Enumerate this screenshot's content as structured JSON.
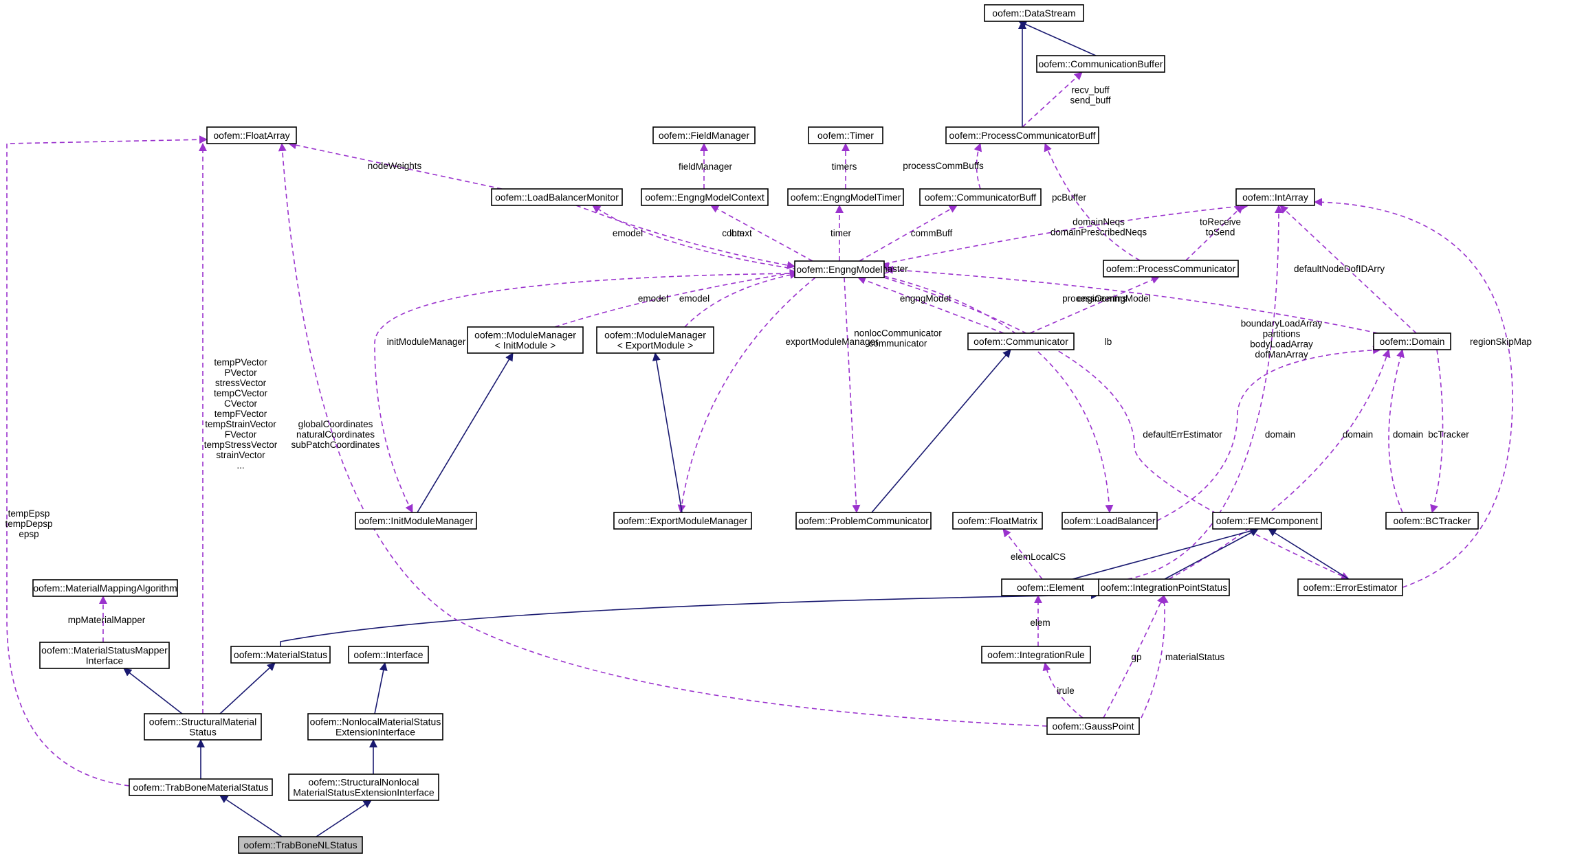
{
  "colors": {
    "inheritance": "#191970",
    "usage": "#9a32cd",
    "highlight_fill": "#bfbfbf",
    "node_fill": "#ffffff",
    "node_border": "#000000"
  },
  "nodes": [
    {
      "id": "DataStream",
      "label": [
        "oofem::DataStream"
      ]
    },
    {
      "id": "CommunicationBuffer",
      "label": [
        "oofem::CommunicationBuffer"
      ]
    },
    {
      "id": "FieldManager",
      "label": [
        "oofem::FieldManager"
      ]
    },
    {
      "id": "Timer",
      "label": [
        "oofem::Timer"
      ]
    },
    {
      "id": "ProcessCommunicatorBuff",
      "label": [
        "oofem::ProcessCommunicatorBuff"
      ]
    },
    {
      "id": "FloatArray",
      "label": [
        "oofem::FloatArray"
      ]
    },
    {
      "id": "LoadBalancerMonitor",
      "label": [
        "oofem::LoadBalancerMonitor"
      ]
    },
    {
      "id": "EngngModelContext",
      "label": [
        "oofem::EngngModelContext"
      ]
    },
    {
      "id": "EngngModelTimer",
      "label": [
        "oofem::EngngModelTimer"
      ]
    },
    {
      "id": "CommunicatorBuff",
      "label": [
        "oofem::CommunicatorBuff"
      ]
    },
    {
      "id": "IntArray",
      "label": [
        "oofem::IntArray"
      ]
    },
    {
      "id": "EngngModel",
      "label": [
        "oofem::EngngModel"
      ]
    },
    {
      "id": "ProcessCommunicator",
      "label": [
        "oofem::ProcessCommunicator"
      ]
    },
    {
      "id": "ModuleManagerInit",
      "label": [
        "oofem::ModuleManager",
        "< InitModule >"
      ]
    },
    {
      "id": "ModuleManagerExport",
      "label": [
        "oofem::ModuleManager",
        "< ExportModule >"
      ]
    },
    {
      "id": "Communicator",
      "label": [
        "oofem::Communicator"
      ]
    },
    {
      "id": "Domain",
      "label": [
        "oofem::Domain"
      ]
    },
    {
      "id": "InitModuleManager",
      "label": [
        "oofem::InitModuleManager"
      ]
    },
    {
      "id": "ExportModuleManager",
      "label": [
        "oofem::ExportModuleManager"
      ]
    },
    {
      "id": "ProblemCommunicator",
      "label": [
        "oofem::ProblemCommunicator"
      ]
    },
    {
      "id": "FloatMatrix",
      "label": [
        "oofem::FloatMatrix"
      ]
    },
    {
      "id": "LoadBalancer",
      "label": [
        "oofem::LoadBalancer"
      ]
    },
    {
      "id": "FEMComponent",
      "label": [
        "oofem::FEMComponent"
      ]
    },
    {
      "id": "BCTracker",
      "label": [
        "oofem::BCTracker"
      ]
    },
    {
      "id": "MaterialMappingAlgorithm",
      "label": [
        "oofem::MaterialMappingAlgorithm"
      ]
    },
    {
      "id": "Element",
      "label": [
        "oofem::Element"
      ]
    },
    {
      "id": "IntegrationPointStatus",
      "label": [
        "oofem::IntegrationPointStatus"
      ]
    },
    {
      "id": "ErrorEstimator",
      "label": [
        "oofem::ErrorEstimator"
      ]
    },
    {
      "id": "MaterialStatusMapperInterface",
      "label": [
        "oofem::MaterialStatusMapper",
        "Interface"
      ]
    },
    {
      "id": "MaterialStatus",
      "label": [
        "oofem::MaterialStatus"
      ]
    },
    {
      "id": "Interface",
      "label": [
        "oofem::Interface"
      ]
    },
    {
      "id": "IntegrationRule",
      "label": [
        "oofem::IntegrationRule"
      ]
    },
    {
      "id": "StructuralMaterialStatus",
      "label": [
        "oofem::StructuralMaterial",
        "Status"
      ]
    },
    {
      "id": "NonlocalMaterialStatusExtensionInterface",
      "label": [
        "oofem::NonlocalMaterialStatus",
        "ExtensionInterface"
      ]
    },
    {
      "id": "GaussPoint",
      "label": [
        "oofem::GaussPoint"
      ]
    },
    {
      "id": "TrabBoneMaterialStatus",
      "label": [
        "oofem::TrabBoneMaterialStatus"
      ]
    },
    {
      "id": "StructuralNonlocalMaterialStatusExtensionInterface",
      "label": [
        "oofem::StructuralNonlocal",
        "MaterialStatusExtensionInterface"
      ]
    },
    {
      "id": "TrabBoneNLStatus",
      "label": [
        "oofem::TrabBoneNLStatus"
      ],
      "highlight": true
    }
  ],
  "edges": [
    {
      "from": "CommunicationBuffer",
      "to": "DataStream",
      "kind": "inheritance",
      "label": []
    },
    {
      "from": "ProcessCommunicatorBuff",
      "to": "DataStream",
      "kind": "inheritance",
      "label": []
    },
    {
      "from": "ProcessCommunicatorBuff",
      "to": "CommunicationBuffer",
      "kind": "usage",
      "label": [
        "recv_buff",
        "send_buff"
      ]
    },
    {
      "from": "EngngModelContext",
      "to": "FieldManager",
      "kind": "usage",
      "label": [
        "fieldManager"
      ]
    },
    {
      "from": "EngngModelTimer",
      "to": "Timer",
      "kind": "usage",
      "label": [
        "timers"
      ]
    },
    {
      "from": "CommunicatorBuff",
      "to": "ProcessCommunicatorBuff",
      "kind": "usage",
      "label": [
        "processCommBuffs"
      ]
    },
    {
      "from": "ProcessCommunicator",
      "to": "ProcessCommunicatorBuff",
      "kind": "usage",
      "label": [
        "pcBuffer"
      ]
    },
    {
      "from": "LoadBalancerMonitor",
      "to": "FloatArray",
      "kind": "usage",
      "label": [
        "nodeWeights"
      ]
    },
    {
      "from": "EngngModel",
      "to": "LoadBalancerMonitor",
      "kind": "usage",
      "label": [
        "emodel"
      ]
    },
    {
      "from": "EngngModel",
      "to": "EngngModelContext",
      "kind": "usage",
      "label": [
        "context"
      ]
    },
    {
      "from": "EngngModel",
      "to": "EngngModelTimer",
      "kind": "usage",
      "label": [
        "timer"
      ]
    },
    {
      "from": "EngngModel",
      "to": "CommunicatorBuff",
      "kind": "usage",
      "label": [
        "commBuff"
      ]
    },
    {
      "from": "EngngModel",
      "to": "IntArray",
      "kind": "usage",
      "label": [
        "domainNeqs",
        "domainPrescribedNeqs"
      ]
    },
    {
      "from": "ProcessCommunicator",
      "to": "IntArray",
      "kind": "usage",
      "label": [
        "toReceive",
        "toSend"
      ]
    },
    {
      "from": "LoadBalancerMonitor",
      "to": "EngngModel",
      "kind": "usage",
      "label": [
        "lbm"
      ]
    },
    {
      "from": "EngngModel",
      "to": "EngngModel",
      "kind": "usage",
      "label": [
        "master"
      ]
    },
    {
      "from": "ModuleManagerInit",
      "to": "EngngModel",
      "kind": "usage",
      "label": [
        "emodel"
      ]
    },
    {
      "from": "ModuleManagerExport",
      "to": "EngngModel",
      "kind": "usage",
      "label": [
        "emodel"
      ]
    },
    {
      "from": "Communicator",
      "to": "EngngModel",
      "kind": "usage",
      "label": [
        "engngModel"
      ]
    },
    {
      "from": "Domain",
      "to": "EngngModel",
      "kind": "usage",
      "label": [
        "engineeringModel"
      ]
    },
    {
      "from": "Communicator",
      "to": "ProcessCommunicator",
      "kind": "usage",
      "label": [
        "processComms"
      ]
    },
    {
      "from": "Domain",
      "to": "IntArray",
      "kind": "usage",
      "label": [
        "defaultNodeDofIDArry"
      ]
    },
    {
      "from": "Element",
      "to": "IntArray",
      "kind": "usage",
      "label": [
        "boundaryLoadArray",
        "partitions",
        "bodyLoadArray",
        "dofManArray"
      ]
    },
    {
      "from": "ErrorEstimator",
      "to": "IntArray",
      "kind": "usage",
      "label": [
        "regionSkipMap"
      ]
    },
    {
      "from": "EngngModel",
      "to": "InitModuleManager",
      "kind": "usage",
      "label": [
        "initModuleManager"
      ]
    },
    {
      "from": "EngngModel",
      "to": "ExportModuleManager",
      "kind": "usage",
      "label": [
        "exportModuleManager"
      ]
    },
    {
      "from": "EngngModel",
      "to": "ProblemCommunicator",
      "kind": "usage",
      "label": [
        "nonlocCommunicator",
        "communicator"
      ]
    },
    {
      "from": "EngngModel",
      "to": "LoadBalancer",
      "kind": "usage",
      "label": [
        "lb"
      ]
    },
    {
      "from": "EngngModel",
      "to": "ErrorEstimator",
      "kind": "usage",
      "label": [
        "defaultErrEstimator"
      ]
    },
    {
      "from": "InitModuleManager",
      "to": "ModuleManagerInit",
      "kind": "inheritance",
      "label": []
    },
    {
      "from": "ExportModuleManager",
      "to": "ModuleManagerExport",
      "kind": "inheritance",
      "label": []
    },
    {
      "from": "ProblemCommunicator",
      "to": "Communicator",
      "kind": "inheritance",
      "label": []
    },
    {
      "from": "LoadBalancer",
      "to": "Domain",
      "kind": "usage",
      "label": [
        "domain"
      ]
    },
    {
      "from": "FEMComponent",
      "to": "Domain",
      "kind": "usage",
      "label": [
        "domain"
      ]
    },
    {
      "from": "BCTracker",
      "to": "Domain",
      "kind": "usage",
      "label": [
        "domain"
      ]
    },
    {
      "from": "Domain",
      "to": "BCTracker",
      "kind": "usage",
      "label": [
        "bcTracker"
      ]
    },
    {
      "from": "Element",
      "to": "FloatMatrix",
      "kind": "usage",
      "label": [
        "elemLocalCS"
      ]
    },
    {
      "from": "Element",
      "to": "FEMComponent",
      "kind": "inheritance",
      "label": []
    },
    {
      "from": "IntegrationPointStatus",
      "to": "FEMComponent",
      "kind": "inheritance",
      "label": []
    },
    {
      "from": "ErrorEstimator",
      "to": "FEMComponent",
      "kind": "inheritance",
      "label": []
    },
    {
      "from": "MaterialStatusMapperInterface",
      "to": "MaterialMappingAlgorithm",
      "kind": "usage",
      "label": [
        "mpMaterialMapper"
      ]
    },
    {
      "from": "MaterialStatus",
      "to": "IntegrationPointStatus",
      "kind": "inheritance",
      "label": []
    },
    {
      "from": "IntegrationRule",
      "to": "Element",
      "kind": "usage",
      "label": [
        "elem"
      ]
    },
    {
      "from": "GaussPoint",
      "to": "IntegrationRule",
      "kind": "usage",
      "label": [
        "irule"
      ]
    },
    {
      "from": "IntegrationPointStatus",
      "to": "GaussPoint",
      "kind": "usage",
      "label": [
        "gp"
      ]
    },
    {
      "from": "GaussPoint",
      "to": "IntegrationPointStatus",
      "kind": "usage",
      "label": [
        "materialStatus"
      ]
    },
    {
      "from": "GaussPoint",
      "to": "FloatArray",
      "kind": "usage",
      "label": [
        "globalCoordinates",
        "naturalCoordinates",
        "subPatchCoordinates"
      ]
    },
    {
      "from": "StructuralMaterialStatus",
      "to": "FloatArray",
      "kind": "usage",
      "label": [
        "tempPVector",
        "PVector",
        "stressVector",
        "tempCVector",
        "CVector",
        "tempFVector",
        "tempStrainVector",
        "FVector",
        "tempStressVector",
        "strainVector",
        "..."
      ]
    },
    {
      "from": "TrabBoneMaterialStatus",
      "to": "FloatArray",
      "kind": "usage",
      "label": [
        "tempEpsp",
        "tempDepsp",
        "epsp"
      ]
    },
    {
      "from": "StructuralMaterialStatus",
      "to": "MaterialStatusMapperInterface",
      "kind": "inheritance",
      "label": []
    },
    {
      "from": "StructuralMaterialStatus",
      "to": "MaterialStatus",
      "kind": "inheritance",
      "label": []
    },
    {
      "from": "NonlocalMaterialStatusExtensionInterface",
      "to": "Interface",
      "kind": "inheritance",
      "label": []
    },
    {
      "from": "TrabBoneMaterialStatus",
      "to": "StructuralMaterialStatus",
      "kind": "inheritance",
      "label": []
    },
    {
      "from": "StructuralNonlocalMaterialStatusExtensionInterface",
      "to": "NonlocalMaterialStatusExtensionInterface",
      "kind": "inheritance",
      "label": []
    },
    {
      "from": "TrabBoneNLStatus",
      "to": "TrabBoneMaterialStatus",
      "kind": "inheritance",
      "label": []
    },
    {
      "from": "TrabBoneNLStatus",
      "to": "StructuralNonlocalMaterialStatusExtensionInterface",
      "kind": "inheritance",
      "label": []
    }
  ]
}
